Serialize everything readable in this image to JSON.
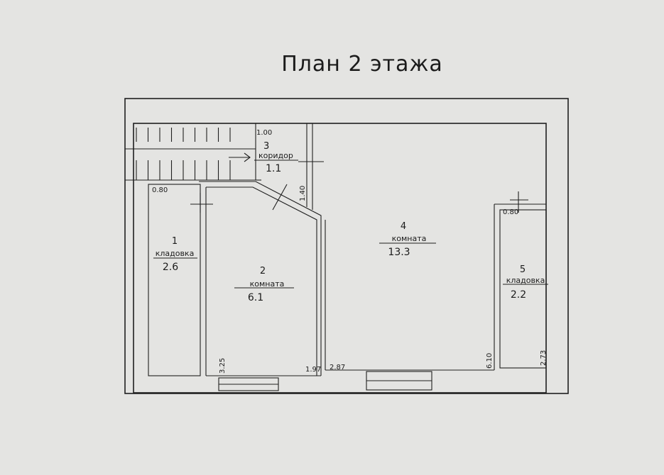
{
  "title": "План 2 этажа",
  "rooms": [
    {
      "number": "1",
      "name": "кладовка",
      "area": "2.6"
    },
    {
      "number": "2",
      "name": "комната",
      "area": "6.1"
    },
    {
      "number": "3",
      "name": "коридор",
      "area": "1.1"
    },
    {
      "number": "4",
      "name": "комната",
      "area": "13.3"
    },
    {
      "number": "5",
      "name": "кладовка",
      "area": "2.2"
    }
  ],
  "dimensions": {
    "corridor_width": "1.00",
    "storage1_width": "0.80",
    "storage5_width": "0.80",
    "corridor_length": "1.40",
    "room2_length": "3.25",
    "room2_width": "1.97",
    "room4_width": "2.87",
    "room4_length": "6.10",
    "storage5_length": "2.73"
  },
  "colors": {
    "background": "#e4e4e2",
    "lines": "#1f1f1f"
  }
}
